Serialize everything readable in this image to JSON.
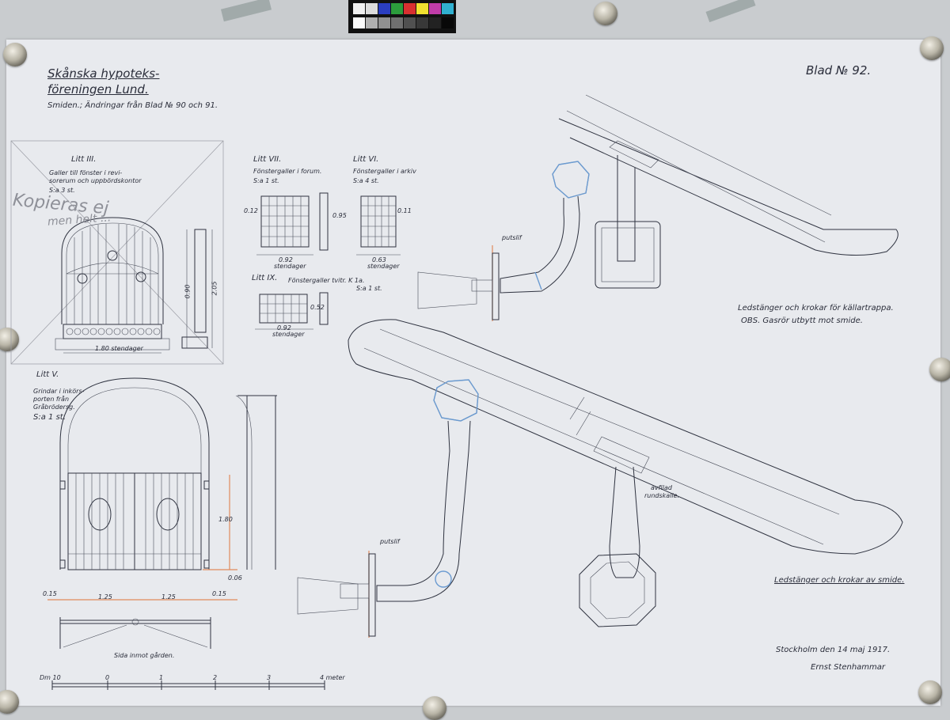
{
  "title_block": {
    "line1": "Skånska hypoteks-",
    "line2": "föreningen Lund.",
    "line3": "Smiden.; Ändringar från Blad № 90 och 91."
  },
  "sheet_number": "Blad № 92.",
  "litt3": {
    "title": "Litt III.",
    "desc1": "Galler till fönster i revi-",
    "desc2": "sorerum och uppbördskontor",
    "count": "S:a 3 st.",
    "pencil_note1": "Kopieras ej",
    "pencil_note2": "men helt ...",
    "dim_width": "1.80 stendager",
    "dim_h1": "0.90",
    "dim_h2": "2.05"
  },
  "litt7": {
    "title": "Litt VII.",
    "desc": "Fönstergaller i forum.",
    "count": "S:a 1 st.",
    "dim_w": "0.92",
    "dim_w_label": "stendager",
    "dim_h": "0.95",
    "dim_l": "0.12"
  },
  "litt6": {
    "title": "Litt VI.",
    "desc": "Fönstergaller i arkiv",
    "count": "S:a 4 st.",
    "dim_w": "0.63",
    "dim_w_label": "stendager",
    "dim_r": "0.11"
  },
  "litt9": {
    "title": "Litt IX.",
    "desc": "Fönstergaller tvitr. K 1a.",
    "count": "S:a 1 st.",
    "dim_w": "0.92",
    "dim_w_label": "stendager",
    "dim_h": "0.52"
  },
  "litt5": {
    "title": "Litt V.",
    "desc1": "Grindar i inkörs-",
    "desc2": "porten från",
    "desc3": "Gråbrödersg.",
    "count": "S:a 1 st.",
    "dim_h": "1.80",
    "dim_bottom": "0.06",
    "dim_a": "0.15",
    "dim_b": "1.25",
    "dim_c": "1.25",
    "dim_d": "0.15",
    "caption": "Sida inmot gården."
  },
  "handrail_top": {
    "label_putsfas": "putslif",
    "caption1": "Ledstänger och krokar för källartrappa.",
    "caption2": "OBS. Gasrör utbytt mot smide."
  },
  "handrail_bottom": {
    "label_putsfas": "putslif",
    "label_bolt1": "avfilad",
    "label_bolt2": "rundskalle.",
    "caption": "Ledstänger och krokar av smide."
  },
  "signature": {
    "place_date": "Stockholm den 14 maj 1917.",
    "name": "Ernst Stenhammar"
  },
  "scale_bar": {
    "labels": [
      "Dm 10",
      "0",
      "1",
      "2",
      "3",
      "4 meter"
    ]
  },
  "colors": {
    "paper": "#e8eaee",
    "ink": "#2f3340",
    "blue_wash": "#6b9bd1",
    "orange_wash": "#e08a5c"
  }
}
